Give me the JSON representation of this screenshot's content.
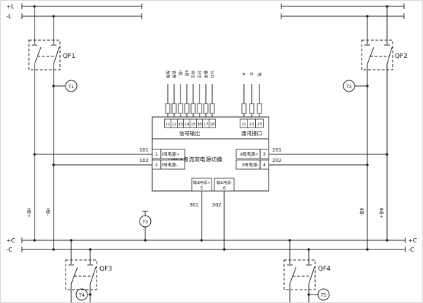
{
  "drawing": {
    "device": {
      "title": "DPAS直流双电源切换",
      "signal_section_label": "信号输出",
      "comm_section_label": "通讯接口",
      "signal_terminals": [
        {
          "num": "11",
          "label": "故障"
        },
        {
          "num": "12",
          "label": "告警"
        },
        {
          "num": "13",
          "label": "Ⅰ投"
        },
        {
          "num": "14",
          "label": "Ⱡ投"
        },
        {
          "num": "15",
          "label": "合位"
        },
        {
          "num": "16",
          "label": "分位"
        },
        {
          "num": "17",
          "label": "备用"
        },
        {
          "num": "18",
          "label": "公共"
        }
      ],
      "comm_terminals": [
        {
          "num": "21",
          "label": "A"
        },
        {
          "num": "22",
          "label": "B"
        },
        {
          "num": "23",
          "label": "地"
        }
      ],
      "left_terminals": [
        {
          "num": "1",
          "label": "Ⅰ母电源+"
        },
        {
          "num": "2",
          "label": "Ⅰ母电源-"
        }
      ],
      "right_terminals": [
        {
          "num": "3",
          "label": "Ⅱ母电源+"
        },
        {
          "num": "4",
          "label": "Ⅱ母电源-"
        }
      ],
      "bottom_terminals": [
        {
          "num": "5",
          "label": "输出电源+"
        },
        {
          "num": "6",
          "label": "输出电源-"
        }
      ]
    },
    "buses": {
      "top_left_pos": "+L",
      "top_left_neg": "-L",
      "bottom_pos_left": "+C",
      "bottom_neg_left": "-C",
      "bottom_pos_right": "+C",
      "bottom_neg_right": "-C"
    },
    "breakers": {
      "qf1": "QF1",
      "qf2": "QF2",
      "qf3": "QF3",
      "qf4": "QF4"
    },
    "transducers": {
      "t1": "T1",
      "t2": "T2",
      "t3": "T3",
      "t4": "T4",
      "t5": "T5"
    },
    "wire_numbers": {
      "n101": "101",
      "n102": "102",
      "n201": "201",
      "n202": "202",
      "n301": "301",
      "n302": "302"
    },
    "bus_tags": {
      "i_pos": "Ⅰ母+",
      "i_neg": "Ⅰ母-",
      "ii_neg": "Ⅱ母-",
      "ii_pos": "Ⅱ母+"
    }
  }
}
